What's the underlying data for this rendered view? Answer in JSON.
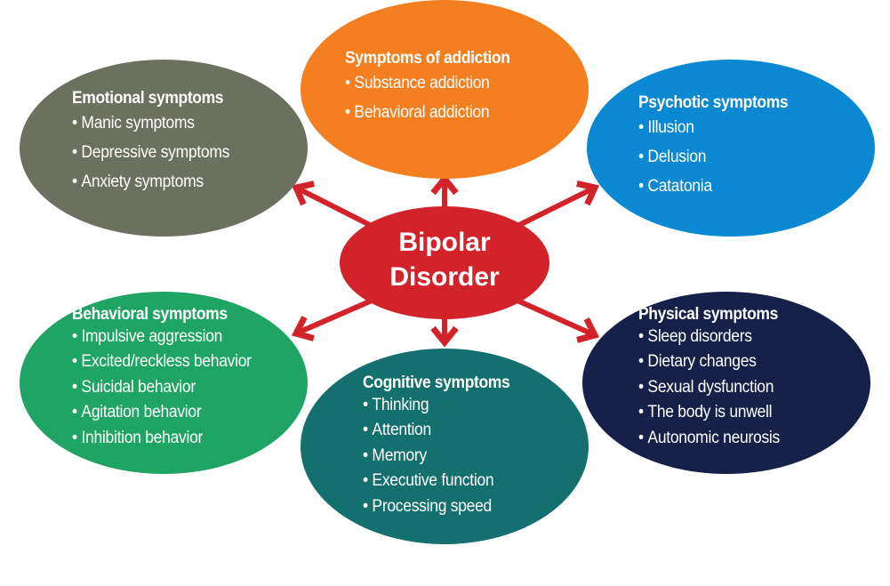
{
  "center": {
    "line1": "Bipolar",
    "line2": "Disorder",
    "color": "#d2232a"
  },
  "arrow_color": "#d2232a",
  "nodes": {
    "emotional": {
      "title": "Emotional symptoms",
      "color": "#6b705f",
      "items": [
        "Manic symptoms",
        "Depressive symptoms",
        "Anxiety symptoms"
      ]
    },
    "addiction": {
      "title": "Symptoms of addiction",
      "color": "#f47f20",
      "items": [
        "Substance addiction",
        "Behavioral addiction"
      ]
    },
    "psychotic": {
      "title": "Psychotic symptoms",
      "color": "#0a89d2",
      "items": [
        "Illusion",
        "Delusion",
        "Catatonia"
      ]
    },
    "behavioral": {
      "title": "Behavioral symptoms",
      "color": "#1fa463",
      "items": [
        "Impulsive aggression",
        "Excited/reckless behavior",
        "Suicidal behavior",
        "Agitation behavior",
        "Inhibition behavior"
      ]
    },
    "cognitive": {
      "title": "Cognitive symptoms",
      "color": "#13706f",
      "items": [
        "Thinking",
        "Attention",
        "Memory",
        "Executive function",
        "Processing speed"
      ]
    },
    "physical": {
      "title": "Physical symptoms",
      "color": "#162049",
      "items": [
        "Sleep disorders",
        "Dietary changes",
        "Sexual dysfunction",
        "The body is unwell",
        "Autonomic neurosis"
      ]
    }
  }
}
